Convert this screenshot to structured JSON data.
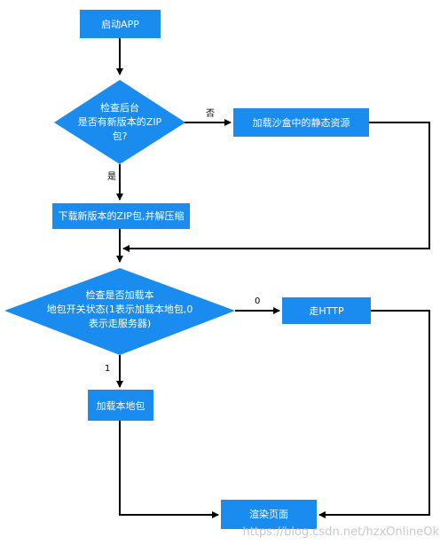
{
  "colors": {
    "node_fill": "#1a8cf0",
    "edge": "#000000",
    "node_text": "#ffffff"
  },
  "nodes": {
    "start": "启动APP",
    "check_zip": [
      "检查后台",
      "是否有新版本的ZIP",
      "包?"
    ],
    "load_sandbox": "加载沙盒中的静态资源",
    "download_zip": "下载新版本的ZIP包,并解压缩",
    "check_switch": [
      "检查是否加载本",
      "地包开关状态(1表示加载本地包,0",
      "表示走服务器)"
    ],
    "http": "走HTTP",
    "load_local": "加载本地包",
    "render": "渲染页面"
  },
  "edge_labels": {
    "no": "否",
    "yes": "是",
    "zero": "0",
    "one": "1"
  },
  "watermark": "https://blog.csdn.net/hzxOnlineOk"
}
